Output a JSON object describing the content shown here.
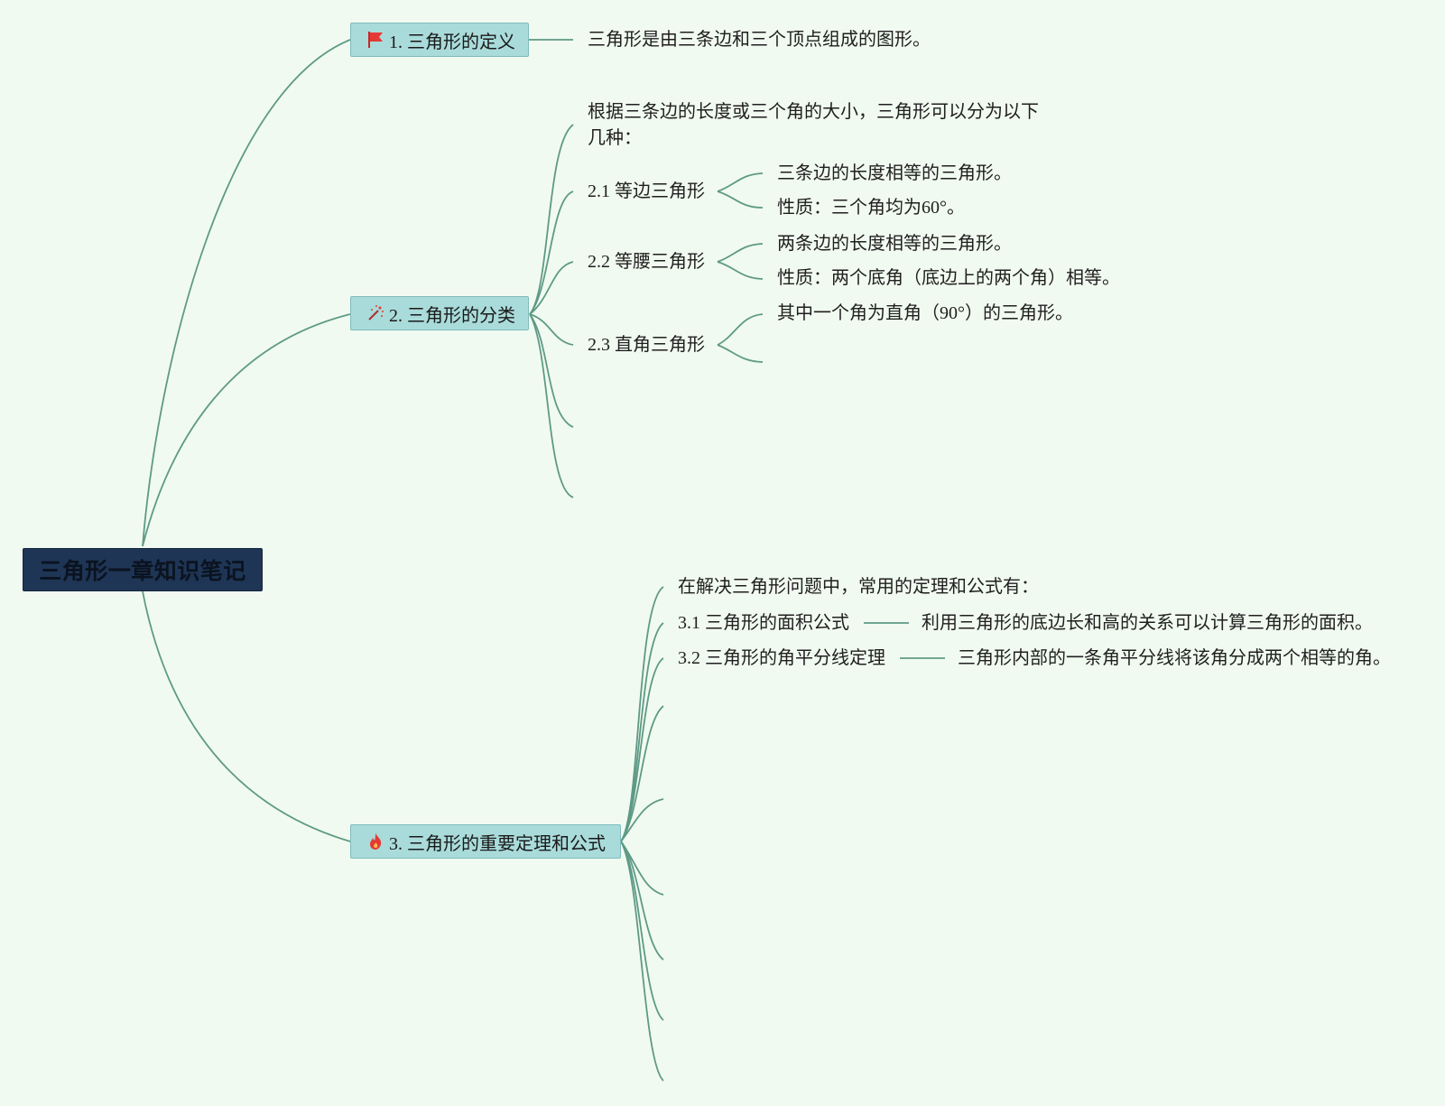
{
  "root": "三角形一章知识笔记",
  "topics": [
    {
      "icon": "red-flag-icon",
      "label": "1. 三角形的定义",
      "definition": "三角形是由三条边和三个顶点组成的图形。"
    },
    {
      "icon": "magic-wand-icon",
      "label": "2. 三角形的分类",
      "intro": "根据三条边的长度或三个角的大小，三角形可以分为以下几种：",
      "items": [
        {
          "label": "2.1 等边三角形",
          "details": [
            "三条边的长度相等的三角形。",
            "性质：三个角均为60°。"
          ]
        },
        {
          "label": "2.2 等腰三角形",
          "details": [
            "两条边的长度相等的三角形。",
            "性质：两个底角（底边上的两个角）相等。"
          ]
        },
        {
          "label": "2.3 直角三角形",
          "details": [
            "其中一个角为直角（90°）的三角形。"
          ]
        }
      ]
    },
    {
      "icon": "fire-icon",
      "label": "3. 三角形的重要定理和公式",
      "intro": "在解决三角形问题中，常用的定理和公式有：",
      "items": [
        {
          "label": "3.1 三角形的面积公式",
          "detail": "利用三角形的底边长和高的关系可以计算三角形的面积。"
        },
        {
          "label": "3.2 三角形的角平分线定理",
          "detail": "三角形内部的一条角平分线将该角分成两个相等的角。"
        }
      ]
    }
  ],
  "colors": {
    "background": "#f1faf0",
    "root_fill": "#1e3556",
    "topic_fill": "#a9dbda",
    "connector": "#5e9a86"
  }
}
